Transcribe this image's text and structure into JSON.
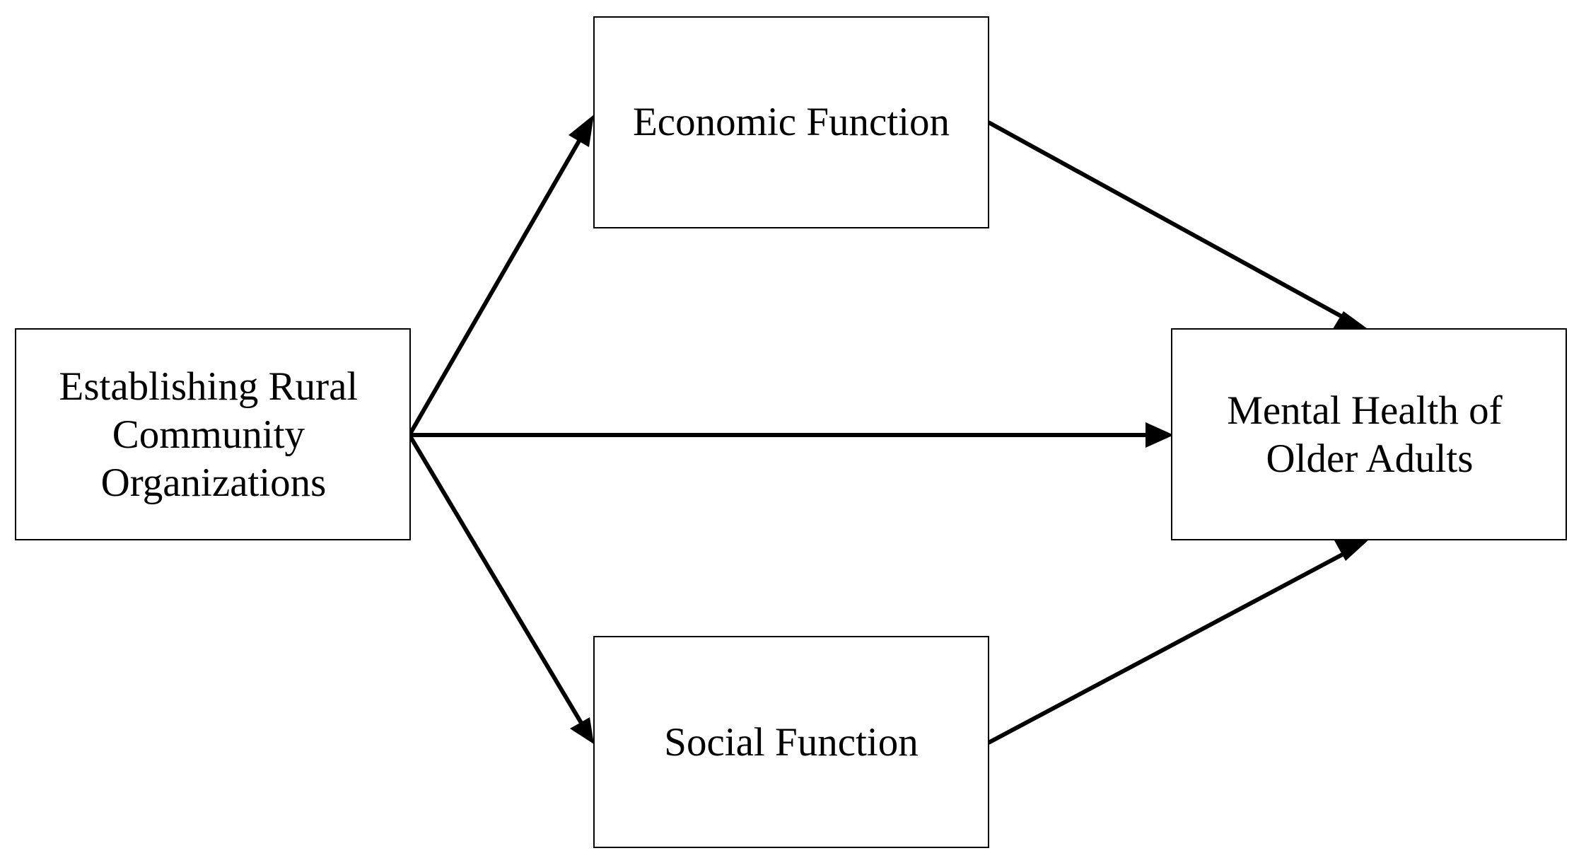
{
  "nodes": {
    "establishing": {
      "lines": [
        "Establishing Rural",
        "Community",
        "Organizations"
      ]
    },
    "economic": {
      "lines": [
        "Economic Function"
      ]
    },
    "social": {
      "lines": [
        "Social Function"
      ]
    },
    "mental_health": {
      "lines": [
        "Mental Health of",
        "Older Adults"
      ]
    }
  },
  "edges": [
    {
      "from": "establishing",
      "to": "economic"
    },
    {
      "from": "establishing",
      "to": "mental_health"
    },
    {
      "from": "establishing",
      "to": "social"
    },
    {
      "from": "economic",
      "to": "mental_health"
    },
    {
      "from": "social",
      "to": "mental_health"
    }
  ],
  "colors": {
    "stroke": "#000000",
    "background": "#ffffff"
  }
}
